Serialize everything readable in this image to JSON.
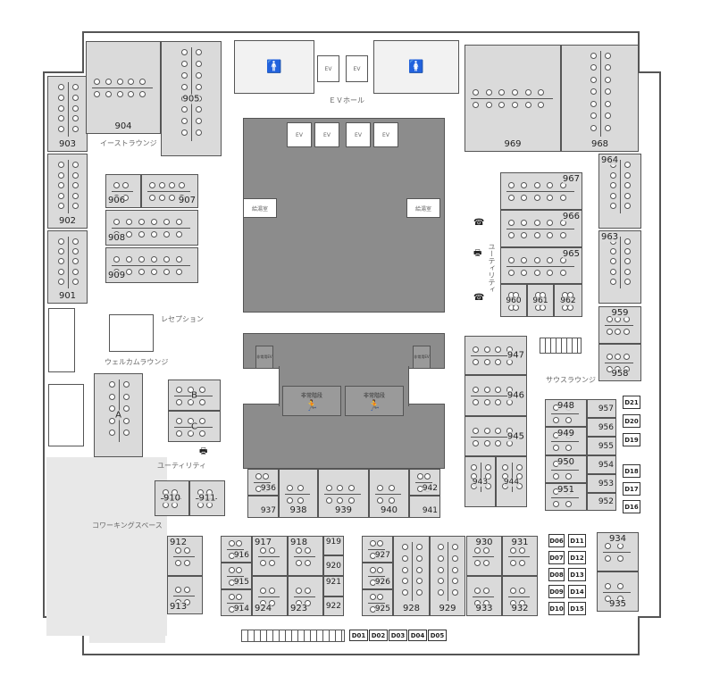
{
  "zones": {
    "ev_hall": "ＥＶホール",
    "east_lounge": "イーストラウンジ",
    "reception": "レセプション",
    "welcome_lounge": "ウェルカムラウンジ",
    "utility_left": "ユーティリティ",
    "coworking": "コワーキングスペース",
    "utility_right": "ユーティリティ",
    "south_lounge": "サウスラウンジ"
  },
  "core": {
    "ev_labels": [
      "EV",
      "EV",
      "EV",
      "EV",
      "EV",
      "EV"
    ],
    "kitchen_labels": [
      "給湯室",
      "給湯室"
    ],
    "emergency_ev_labels": [
      "非常用EV",
      "非常用EV"
    ],
    "stairs_labels": [
      "非常階段",
      "非常階段"
    ]
  },
  "rooms": [
    "901",
    "902",
    "903",
    "904",
    "905",
    "906",
    "907",
    "908",
    "909",
    "A",
    "B",
    "C",
    "910",
    "911",
    "912",
    "913",
    "914",
    "915",
    "916",
    "917",
    "918",
    "919",
    "920",
    "921",
    "922",
    "923",
    "924",
    "925",
    "926",
    "927",
    "928",
    "929",
    "930",
    "931",
    "932",
    "933",
    "934",
    "935",
    "936",
    "937",
    "938",
    "939",
    "940",
    "941",
    "942",
    "943",
    "944",
    "945",
    "946",
    "947",
    "948",
    "949",
    "950",
    "951",
    "952",
    "953",
    "954",
    "955",
    "956",
    "957",
    "958",
    "959",
    "960",
    "961",
    "962",
    "963",
    "964",
    "965",
    "966",
    "967",
    "968",
    "969"
  ],
  "desks": [
    "D01",
    "D02",
    "D03",
    "D04",
    "D05",
    "D06",
    "D07",
    "D08",
    "D09",
    "D10",
    "D11",
    "D12",
    "D13",
    "D14",
    "D15",
    "D16",
    "D17",
    "D18",
    "D19",
    "D20",
    "D21"
  ],
  "icons": [
    "phone-icon",
    "printer-icon",
    "restroom-icon",
    "emergency-exit-icon"
  ]
}
